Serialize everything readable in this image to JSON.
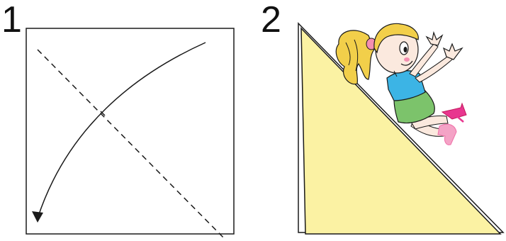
{
  "steps": [
    {
      "number": "1",
      "action": "fold-diagonal",
      "fold_line": "valley-dashed",
      "arrow_direction": "top-right-to-bottom-left"
    },
    {
      "number": "2",
      "result_shape": "triangle",
      "character": "girl-sliding-down-triangle"
    }
  ],
  "colors": {
    "line": "#1a1a1a",
    "triangle_fill": "#fbf2a3",
    "hair": "#f2cf4a",
    "shirt": "#3cb4e5",
    "skirt": "#7cc36b",
    "shoes": "#e8368f",
    "skin": "#fbe9de",
    "cheek": "#f48fb1"
  },
  "icons": [
    "fold-arrow-icon",
    "valley-fold-line-icon"
  ]
}
